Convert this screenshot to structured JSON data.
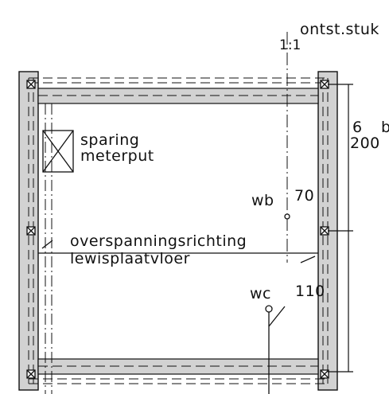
{
  "labels": {
    "section_marker": "1:1",
    "section_marker_note": "ontst.stuk",
    "recess_line1": "sparing",
    "recess_line2": "meterput",
    "wb_label": "wb",
    "wb_value": "70",
    "wc_label": "wc",
    "wc_value": "110",
    "span_line1": "overspanningsrichting",
    "span_line2": "lewisplaatvloer",
    "dim_count": "6",
    "dim_spec": "b",
    "dim_value": "200"
  },
  "colors": {
    "ink": "#111111",
    "fill": "#d2d2d2",
    "paper": "#ffffff"
  }
}
